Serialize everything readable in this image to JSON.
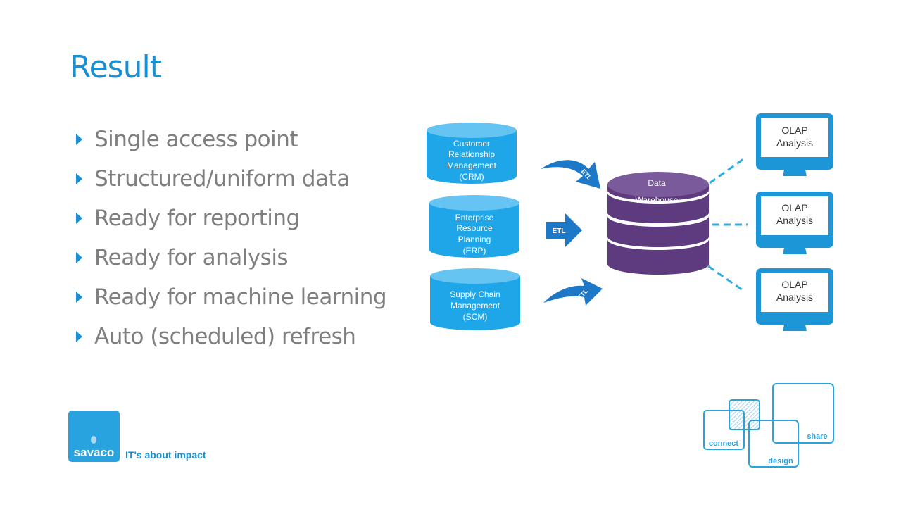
{
  "slide": {
    "title": "Result",
    "bullets": [
      "Single access point",
      "Structured/uniform data",
      "Ready for reporting",
      "Ready for analysis",
      "Ready for machine learning",
      "Auto (scheduled) refresh"
    ]
  },
  "diagram": {
    "sources": [
      {
        "lines": [
          "Customer",
          "Relationship",
          "Management",
          "(CRM)"
        ]
      },
      {
        "lines": [
          "Enterprise",
          "Resource",
          "Planning",
          "(ERP)"
        ]
      },
      {
        "lines": [
          "Supply Chain",
          "Management",
          "(SCM)"
        ]
      }
    ],
    "etl_label": "ETL",
    "warehouse": {
      "lines": [
        "Data",
        "Warehouse"
      ]
    },
    "outputs": [
      {
        "lines": [
          "OLAP",
          "Analysis"
        ]
      },
      {
        "lines": [
          "OLAP",
          "Analysis"
        ]
      },
      {
        "lines": [
          "OLAP",
          "Analysis"
        ]
      }
    ],
    "colors": {
      "source": "#1fa6e8",
      "source_top": "#66c4f2",
      "etl": "#1e78c8",
      "warehouse": "#5e3a7e",
      "warehouse_top": "#7a5a9a",
      "monitor": "#1d96d8",
      "dash": "#29aee2"
    }
  },
  "footer": {
    "logo": "savaco",
    "tagline": "IT's about impact",
    "brand_words": [
      "connect",
      "design",
      "share"
    ]
  }
}
